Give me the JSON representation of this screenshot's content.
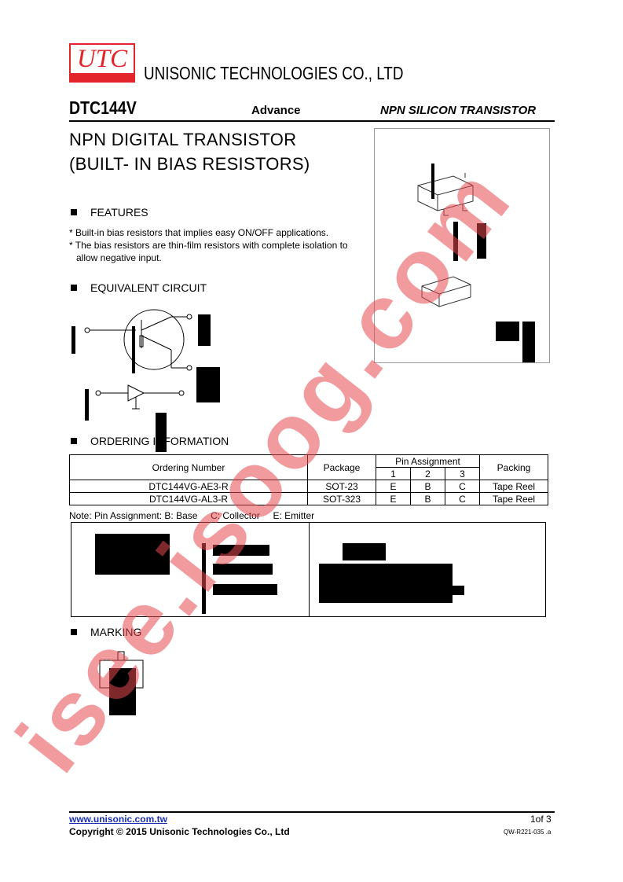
{
  "header": {
    "logo_text": "UTC",
    "company": "UNISONIC TECHNOLOGIES CO., LTD",
    "part_number": "DTC144V",
    "status": "Advance",
    "type": "NPN SILICON TRANSISTOR"
  },
  "title": {
    "line1": "NPN DIGITAL TRANSISTOR",
    "line2": "(BUILT- IN BIAS RESISTORS)"
  },
  "features": {
    "heading": "FEATURES",
    "items": [
      "* Built-in bias resistors that implies easy ON/OFF applications.",
      "* The bias resistors are thin-film resistors with complete isolation to",
      "   allow negative input."
    ]
  },
  "equivalent_circuit": {
    "heading": "EQUIVALENT CIRCUIT"
  },
  "ordering": {
    "heading": "ORDERING INFORMATION",
    "headers": {
      "ordering_number": "Ordering Number",
      "package": "Package",
      "pin_assignment": "Pin Assignment",
      "pins": [
        "1",
        "2",
        "3"
      ],
      "packing": "Packing"
    },
    "rows": [
      [
        "DTC144VG-AE3-R",
        "SOT-23",
        "E",
        "B",
        "C",
        "Tape Reel"
      ],
      [
        "DTC144VG-AL3-R",
        "SOT-323",
        "E",
        "B",
        "C",
        "Tape Reel"
      ]
    ],
    "note": "Note: Pin Assignment: B: Base     C: Collector     E: Emitter"
  },
  "marking": {
    "heading": "MARKING"
  },
  "footer": {
    "url": "www.unisonic.com.tw",
    "page": "1of 3",
    "copyright": "Copyright © 2015 Unisonic Technologies Co., Ltd",
    "doc_code": "QW-R221-035 .a"
  },
  "watermark": "isee.isoog.com",
  "colors": {
    "brand": "#e3242b",
    "watermark": "#e8494f"
  }
}
